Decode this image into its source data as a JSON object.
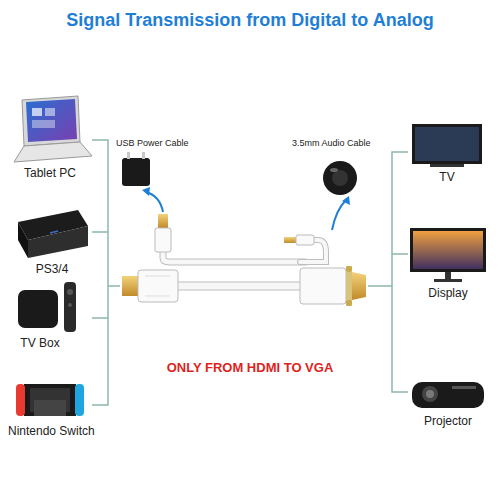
{
  "diagram": {
    "title": "Signal Transmission from Digital to Analog",
    "labels": [
      "Tablet PC",
      "PS3/4",
      "TV Box",
      "Nintendo Switch",
      "USB Power Cable",
      "3.5mm Audio Cable",
      "TV",
      "Display",
      "Projector",
      "ONLY FROM HDMI TO VGA"
    ]
  }
}
